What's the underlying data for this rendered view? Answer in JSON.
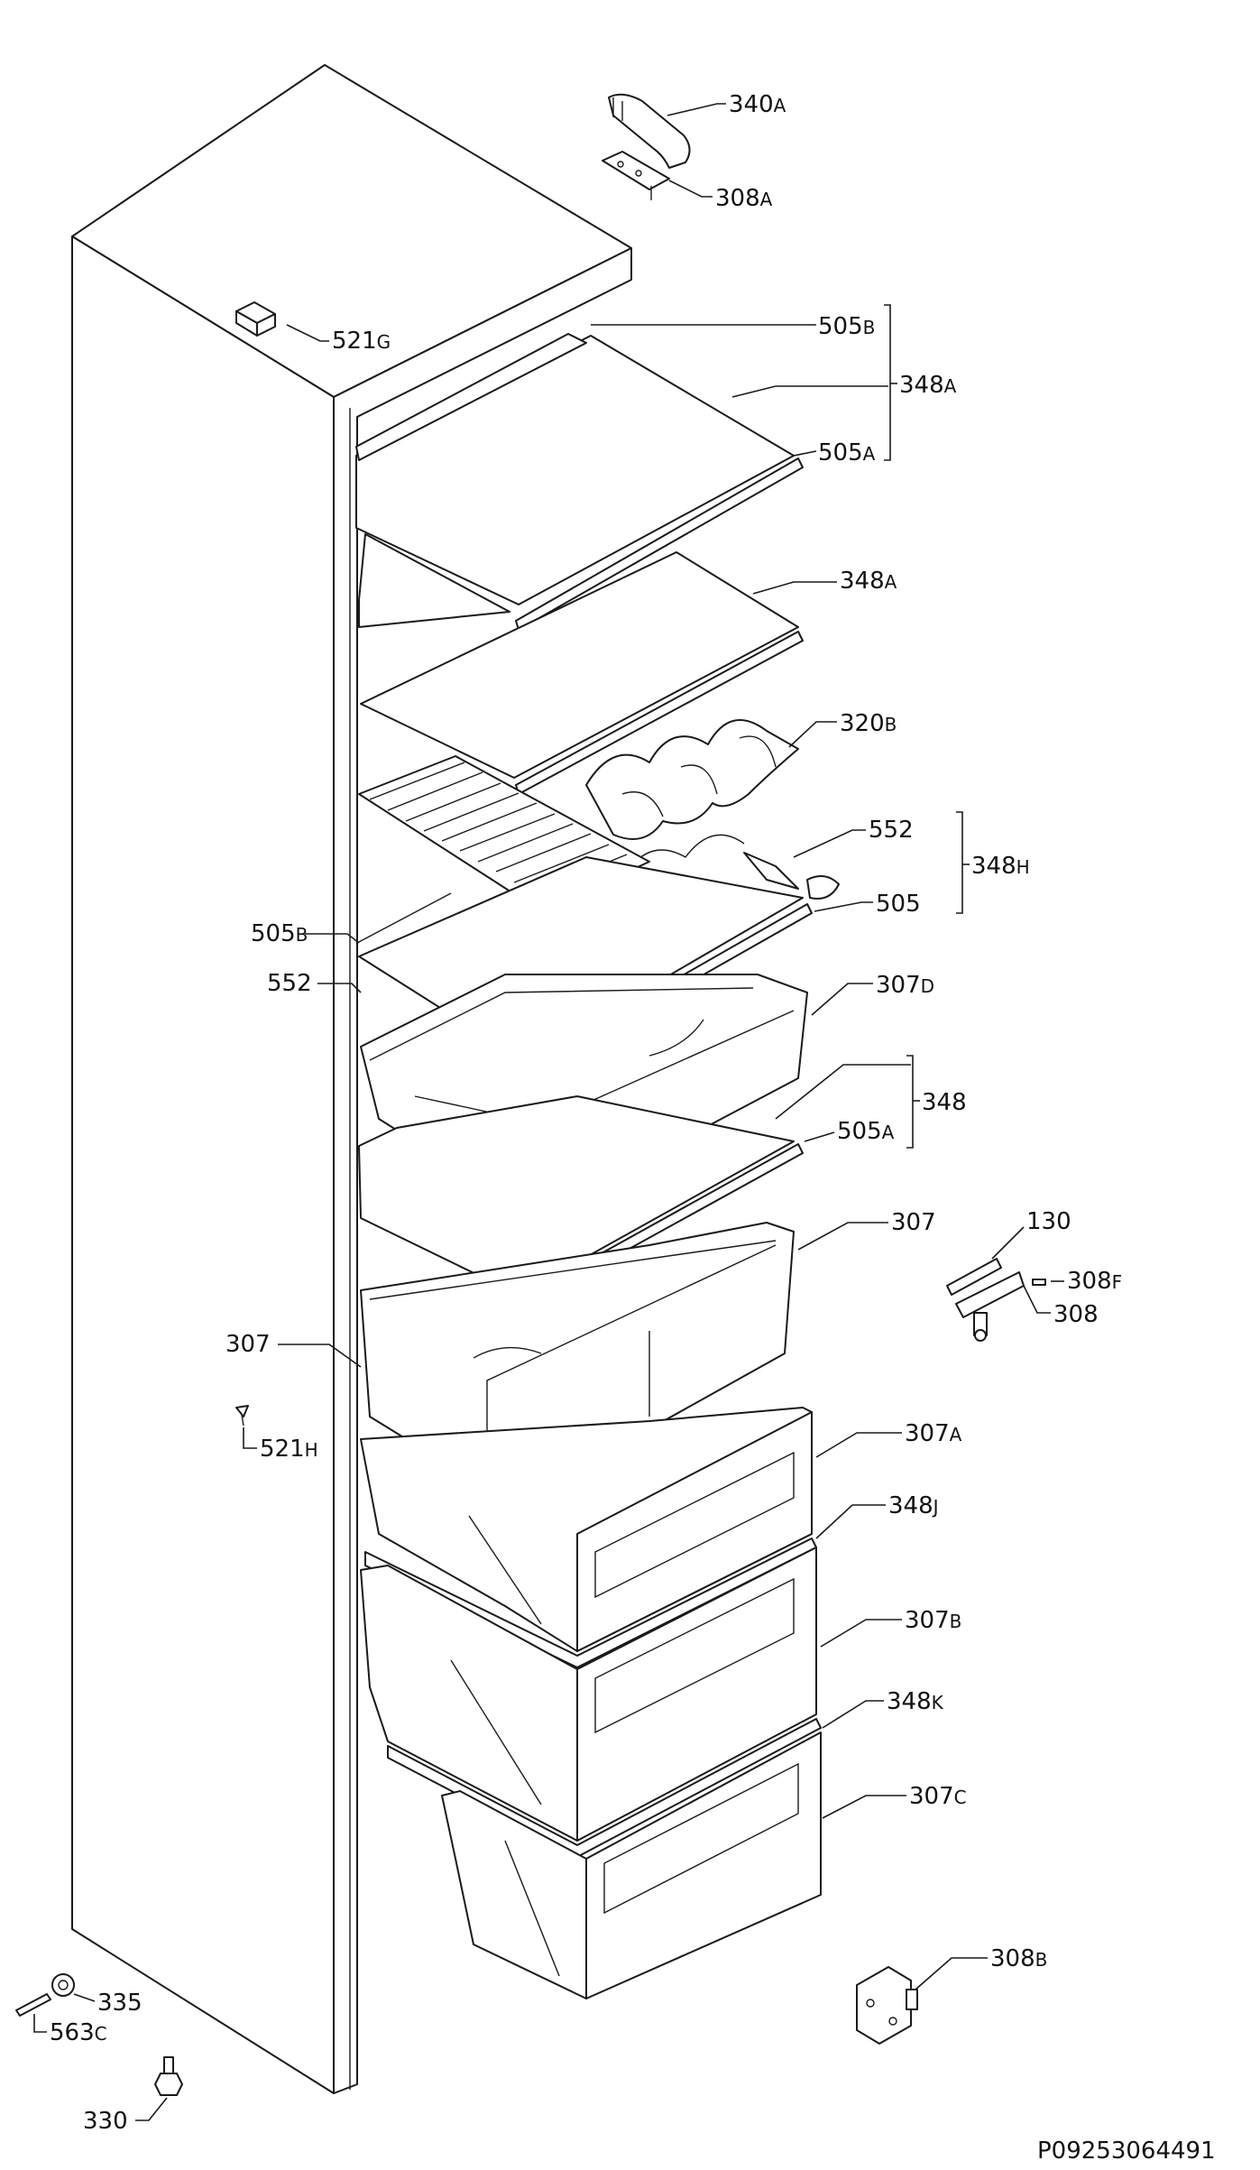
{
  "diagram": {
    "code": "P09253064491",
    "labels": {
      "p340a": {
        "num": "340",
        "suf": "A"
      },
      "p308a": {
        "num": "308",
        "suf": "A"
      },
      "p521g": {
        "num": "521",
        "suf": "G"
      },
      "p505b_top": {
        "num": "505",
        "suf": "B"
      },
      "p348a_top": {
        "num": "348",
        "suf": "A"
      },
      "p505a_top": {
        "num": "505",
        "suf": "A"
      },
      "p348a_mid": {
        "num": "348",
        "suf": "A"
      },
      "p320b": {
        "num": "320",
        "suf": "B"
      },
      "p552_right": {
        "num": "552",
        "suf": ""
      },
      "p348h": {
        "num": "348",
        "suf": "H"
      },
      "p505_right": {
        "num": "505",
        "suf": ""
      },
      "p505b_left": {
        "num": "505",
        "suf": "B"
      },
      "p552_left": {
        "num": "552",
        "suf": ""
      },
      "p307d": {
        "num": "307",
        "suf": "D"
      },
      "p348": {
        "num": "348",
        "suf": ""
      },
      "p505a_low": {
        "num": "505",
        "suf": "A"
      },
      "p307_right": {
        "num": "307",
        "suf": ""
      },
      "p130": {
        "num": "130",
        "suf": ""
      },
      "p308f": {
        "num": "308",
        "suf": "F"
      },
      "p308": {
        "num": "308",
        "suf": ""
      },
      "p307_left": {
        "num": "307",
        "suf": ""
      },
      "p521h": {
        "num": "521",
        "suf": "H"
      },
      "p307a": {
        "num": "307",
        "suf": "A"
      },
      "p348j": {
        "num": "348",
        "suf": "J"
      },
      "p307b": {
        "num": "307",
        "suf": "B"
      },
      "p348k": {
        "num": "348",
        "suf": "K"
      },
      "p307c": {
        "num": "307",
        "suf": "C"
      },
      "p308b": {
        "num": "308",
        "suf": "B"
      },
      "p335": {
        "num": "335",
        "suf": ""
      },
      "p563c": {
        "num": "563",
        "suf": "C"
      },
      "p330": {
        "num": "330",
        "suf": ""
      }
    }
  }
}
